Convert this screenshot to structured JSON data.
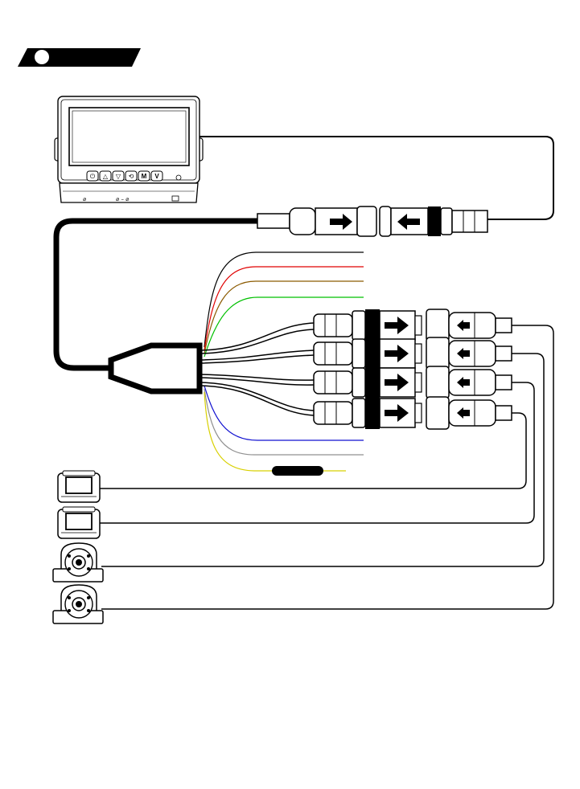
{
  "colors": {
    "wire_black": "#000000",
    "wire_red": "#e00000",
    "wire_brown": "#8b5a00",
    "wire_green": "#00c000",
    "wire_blue": "#1010d0",
    "wire_grey": "#909090",
    "wire_yellow": "#d8d000",
    "background": "#ffffff"
  },
  "monitor": {
    "buttons": [
      "⏻",
      "△",
      "▽",
      "⟲",
      "M",
      "V"
    ]
  },
  "icons": {
    "header": "header-banner-icon",
    "monitor": "monitor-icon",
    "harness": "splitter-harness-icon",
    "connector": "aviation-connector-icon",
    "camera_square": "square-camera-icon",
    "camera_dome": "ir-dome-camera-icon",
    "arrow": "direction-arrow-icon"
  },
  "counts": {
    "camera_channels": 4,
    "loose_wires": 7
  }
}
